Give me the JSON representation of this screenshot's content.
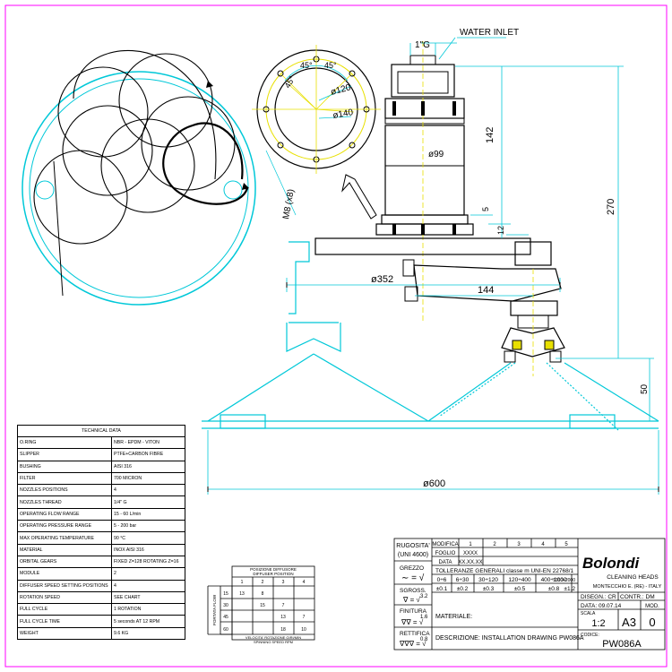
{
  "colors": {
    "cyan": "#00c8d8",
    "yellow": "#e8e000",
    "black": "#000000",
    "frame": "#ff00ff",
    "grey": "#888888"
  },
  "icons": {
    "section_arrow": "arrow-icon",
    "logo": "bolondi-logo"
  },
  "labels": {
    "water_inlet": "WATER INLET",
    "g1": "1\"G",
    "a45_1": "45°",
    "a45_2": "45°",
    "a45_3": "45°",
    "d120": "ø120",
    "d140": "ø140",
    "m8": "M8 (x8)",
    "d99": "ø99",
    "v142": "142",
    "v270": "270",
    "v5": "5",
    "v12": "12",
    "d352": "ø352",
    "h144": "144",
    "v50": "50",
    "d600": "ø600"
  },
  "tech": {
    "title": "TECHNICAL DATA",
    "rows": [
      {
        "k": "O.RING",
        "v": "NBR - EPDM - VITON"
      },
      {
        "k": "SLIPPER",
        "v": "PTFE+CARBON FIBRE"
      },
      {
        "k": "BUSHING",
        "v": "AISI 316"
      },
      {
        "k": "FILTER",
        "v": "700 MICRON"
      },
      {
        "k": "NOZZLES POSITIONS",
        "v": "4"
      },
      {
        "k": "NOZZLES THREAD",
        "v": "1/4\" G"
      },
      {
        "k": "OPERATING FLOW RANGE",
        "v": "15 - 60 L/min"
      },
      {
        "k": "OPERATING PRESSURE RANGE",
        "v": "5 - 200 bar"
      },
      {
        "k": "MAX OPERATING TEMPERATURE",
        "v": "90 °C"
      },
      {
        "k": "MATERIAL",
        "v": "INOX AISI 316"
      },
      {
        "k": "ORBITAL GEARS",
        "v": "FIXED Z=128 ROTATING Z=16"
      },
      {
        "k": "MODULE",
        "v": "2"
      },
      {
        "k": "DIFFUSER SPEED SETTING POSITIONS",
        "v": "4"
      },
      {
        "k": "ROTATION SPEED",
        "v": "SEE CHART"
      },
      {
        "k": "FULL CYCLE",
        "v": "1 ROTATION"
      },
      {
        "k": "FULL CYCLE TIME",
        "v": "5 seconds AT 12 RPM"
      },
      {
        "k": "WEIGHT",
        "v": "9.6 KG"
      }
    ]
  },
  "speed_chart": {
    "top_header_1": "POSIZIONE DIFFUSORE",
    "top_header_2": "DIFFUSER POSITION",
    "cols": [
      "1",
      "2",
      "3",
      "4"
    ],
    "side_header": "PORTATA FLOW",
    "rows": [
      {
        "flow": "15",
        "vals": [
          "13",
          "8",
          "",
          ""
        ]
      },
      {
        "flow": "30",
        "vals": [
          "",
          "15",
          "7",
          ""
        ]
      },
      {
        "flow": "45",
        "vals": [
          "",
          "",
          "13",
          "7"
        ]
      },
      {
        "flow": "60",
        "vals": [
          "",
          "",
          "18",
          "10"
        ]
      }
    ],
    "footer_1": "VELOCITA' ROTAZIONE GIRI/MIN",
    "footer_2": "SPINNING SPEED RPM"
  },
  "title_block": {
    "rugosita": "RUGOSITA'",
    "uni": "(UNI 4600)",
    "grezzo": "GREZZO",
    "sgross": "SGROSS.",
    "sgross_val": "3.2",
    "finitura": "FINITURA",
    "finitura_val": "1.6",
    "rettifica": "RETTIFICA",
    "rettifica_val": "0.8",
    "modifica": "MODIFICA",
    "foglio": "FOGLIO",
    "foglio_val": "XXXX",
    "data": "DATA",
    "data_val": "XX.XX.XX",
    "mod_cols": [
      "1",
      "2",
      "3",
      "4",
      "5"
    ],
    "tolleranze": "TOLLERANZE GENERALI classe m UNI-EN 22768/1",
    "tol_ranges": [
      "0÷6",
      "6÷30",
      "30÷120",
      "120÷400",
      "400÷1000",
      "1000÷2000"
    ],
    "tol_values": [
      "±0.1",
      "±0.2",
      "±0.3",
      "±0.5",
      "±0.8",
      "±1.2"
    ],
    "materiale": "MATERIALE:",
    "descrizione": "DESCRIZIONE: INSTALLATION DRAWING PW086A",
    "logo": "Bolondi",
    "cleaning": "CLEANING HEADS",
    "address": "MONTECCHIO E. (RE) - ITALY",
    "disegn": "DISEGN.: CR",
    "contr": "CONTR.: DM",
    "data_full": "DATA: 09.07.14",
    "mod": "MOD.",
    "scala": "SCALA",
    "scala_val": "1:2",
    "formato": "A3",
    "mod_val": "0",
    "codice": "CODICE:",
    "codice_val": "PW086A"
  }
}
